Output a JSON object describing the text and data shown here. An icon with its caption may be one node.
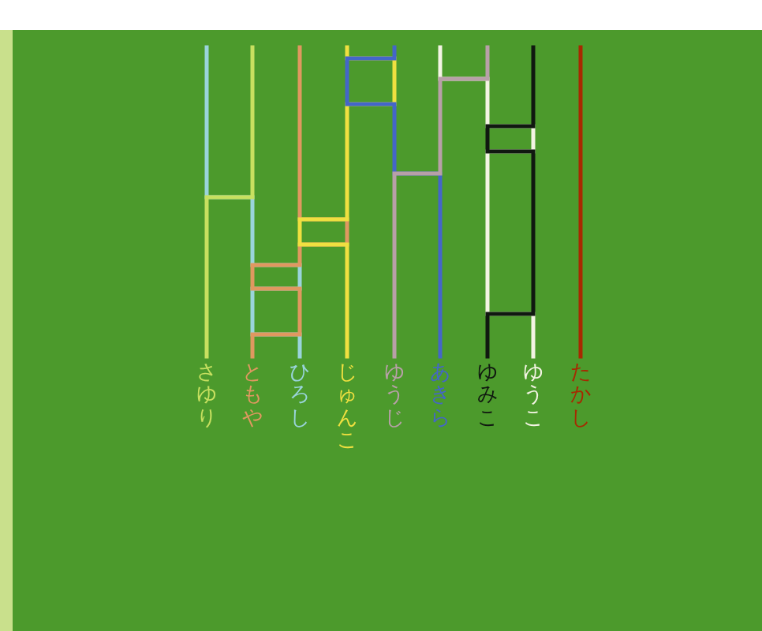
{
  "diagram": {
    "edges": [],
    "labels": [
      "さゆり",
      "ともや",
      "ひろし",
      "じゅんこ",
      "ゆうじ",
      "あきら",
      "ゆみこ",
      "ゆうこ",
      "たかし"
    ]
  }
}
